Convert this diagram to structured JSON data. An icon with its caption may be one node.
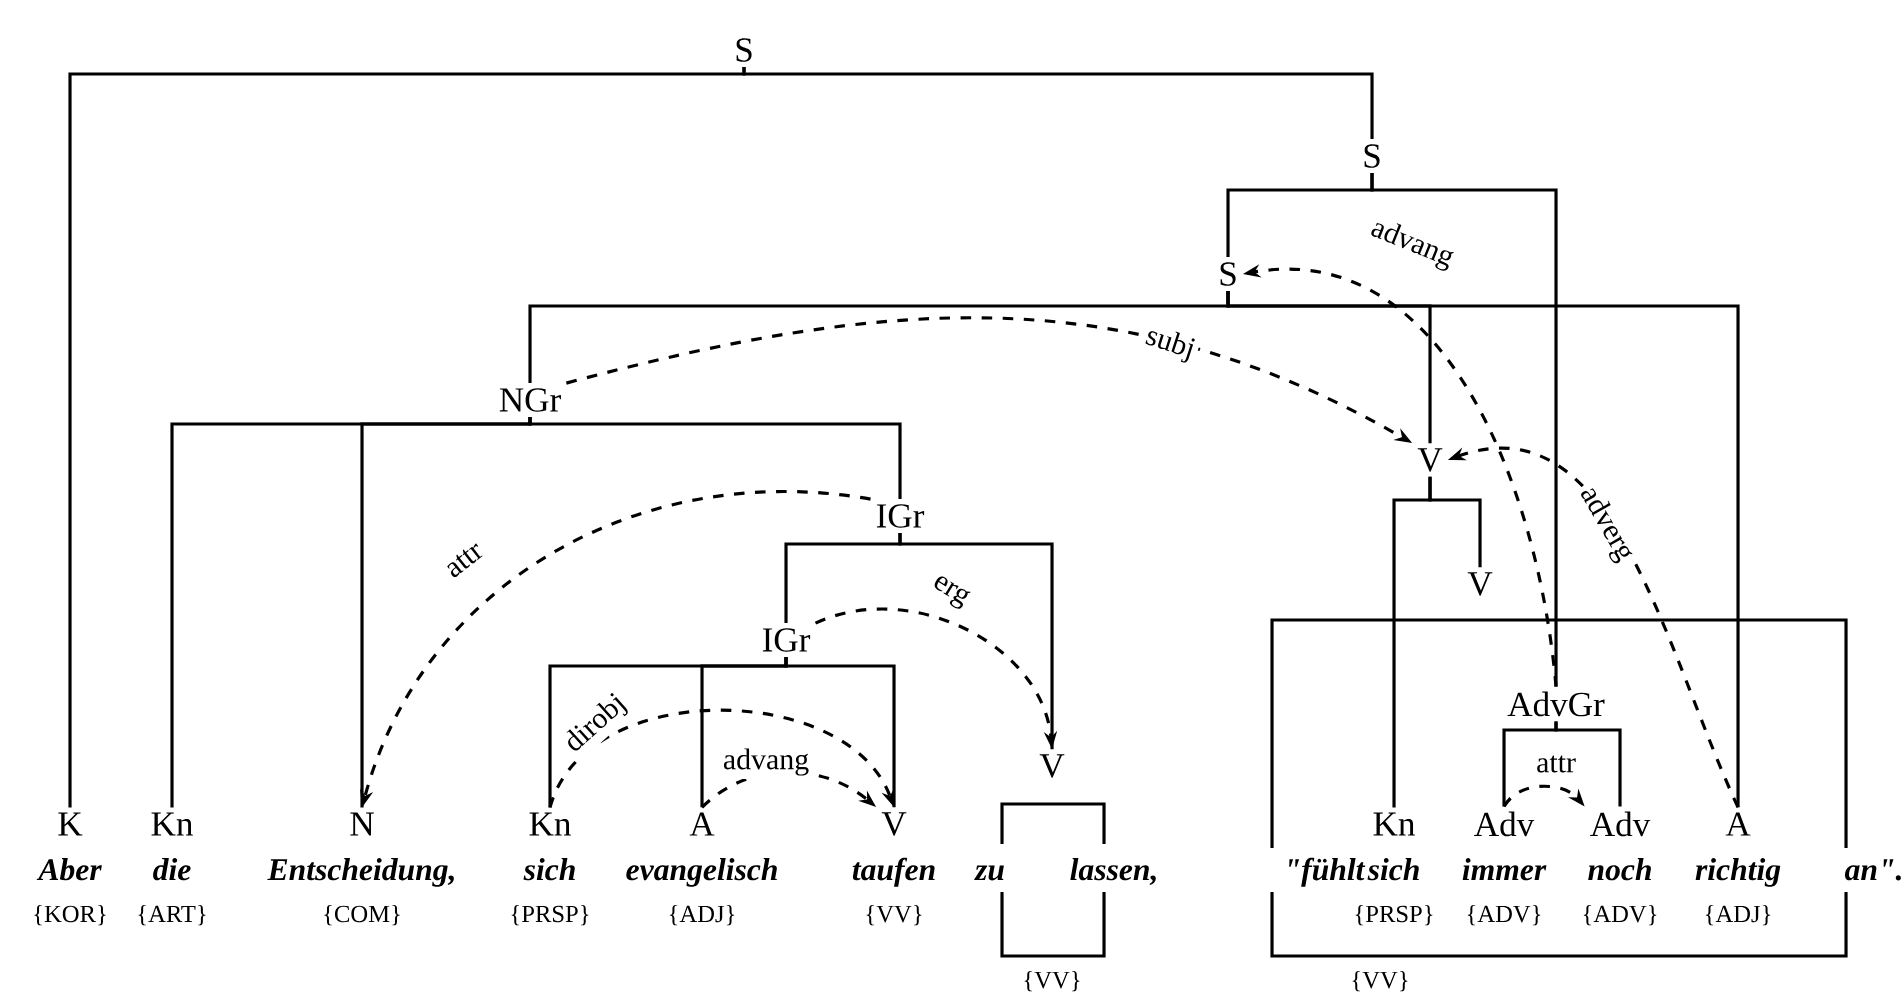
{
  "diagram": {
    "nodes": [
      {
        "text": [
          "S"
        ]
      },
      {
        "text": [
          "S"
        ]
      },
      {
        "text": [
          "S"
        ]
      },
      {
        "text": [
          "NGr"
        ]
      },
      {
        "text": [
          "IGr"
        ]
      },
      {
        "text": [
          "IGr"
        ]
      },
      {
        "text": [
          "V"
        ]
      },
      {
        "text": [
          "V"
        ]
      },
      {
        "text": [
          "AdvGr"
        ]
      },
      {
        "text": [
          "V"
        ]
      },
      {
        "text": [
          "K"
        ],
        "beside": [
          "Aber",
          "{KOR}"
        ]
      },
      {
        "text": [
          "Kn"
        ],
        "beside": [
          "die",
          "{ART}"
        ]
      },
      {
        "text": [
          "N"
        ],
        "beside": [
          "Entscheidung,",
          "{COM}"
        ]
      },
      {
        "text": [
          "Kn"
        ],
        "beside": [
          "sich",
          "{PRSP}"
        ]
      },
      {
        "text": [
          "A"
        ],
        "beside": [
          "evangelisch",
          "{ADJ}"
        ]
      },
      {
        "text": [
          "V"
        ],
        "beside": [
          "taufen",
          "{VV}"
        ]
      },
      {
        "text": [
          "Kn"
        ],
        "beside": [
          "sich",
          "{PRSP}"
        ]
      },
      {
        "text": [
          "Adv"
        ],
        "beside": [
          "immer",
          "{ADV}"
        ]
      },
      {
        "text": [
          "Adv"
        ],
        "beside": [
          "noch",
          "{ADV}"
        ]
      },
      {
        "text": [
          "A"
        ],
        "beside": [
          "richtig",
          "{ADJ}"
        ]
      }
    ],
    "edges": [
      {
        "from": 0,
        "to": 10,
        "arrow": "none"
      },
      {
        "from": 0,
        "to": 1,
        "arrow": "none"
      },
      {
        "from": 1,
        "to": 2,
        "arrow": "none"
      },
      {
        "from": 1,
        "to": 8,
        "arrow": "none"
      },
      {
        "from": 2,
        "to": 3,
        "arrow": "none"
      },
      {
        "from": 2,
        "to": 6,
        "arrow": "none"
      },
      {
        "from": 2,
        "to": 19,
        "arrow": "none"
      },
      {
        "from": 3,
        "to": 11,
        "arrow": "none"
      },
      {
        "from": 3,
        "to": 12,
        "arrow": "none"
      },
      {
        "from": 3,
        "to": 4,
        "arrow": "none"
      },
      {
        "from": 4,
        "to": 5,
        "arrow": "none"
      },
      {
        "from": 4,
        "to": 9,
        "arrow": "none"
      },
      {
        "from": 5,
        "to": 13,
        "arrow": "none"
      },
      {
        "from": 5,
        "to": 14,
        "arrow": "none"
      },
      {
        "from": 5,
        "to": 15,
        "arrow": "none"
      },
      {
        "from": 6,
        "to": 16,
        "arrow": "none"
      },
      {
        "from": 6,
        "to": 7,
        "arrow": "none"
      },
      {
        "from": 8,
        "to": 17,
        "arrow": "none"
      },
      {
        "from": 8,
        "to": 18,
        "arrow": "none"
      },
      {
        "from": 3,
        "to": 6,
        "arrow": "to",
        "style": "dashed",
        "label": "subj"
      },
      {
        "from": 8,
        "to": 2,
        "arrow": "to",
        "style": "dashed",
        "label": "advang"
      },
      {
        "from": 19,
        "to": 6,
        "arrow": "to",
        "style": "dashed",
        "label": "adverg"
      },
      {
        "from": 4,
        "to": 12,
        "arrow": "to",
        "style": "dashed",
        "label": "attr"
      },
      {
        "from": 5,
        "to": 9,
        "arrow": "to",
        "style": "dashed",
        "label": "erg"
      },
      {
        "from": 13,
        "to": 15,
        "arrow": "to",
        "style": "dashed",
        "label": "dirobj"
      },
      {
        "from": 14,
        "to": 15,
        "arrow": "to",
        "style": "dashed",
        "label": "advang"
      },
      {
        "from": 17,
        "to": 18,
        "arrow": "to",
        "style": "dashed",
        "label": "attr"
      }
    ],
    "labels": [
      "zu",
      "lassen,",
      "\"fühlt",
      "an\".",
      "{VV}",
      "{VV}"
    ]
  }
}
